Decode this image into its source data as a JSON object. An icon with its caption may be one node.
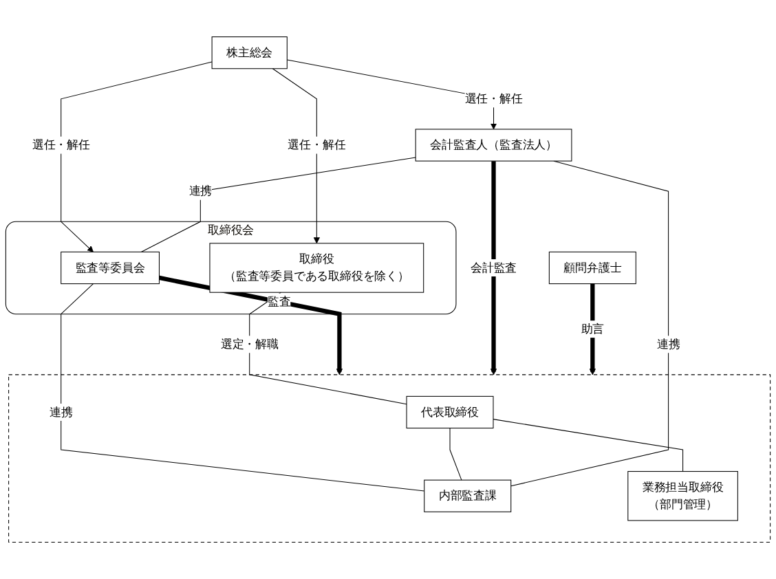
{
  "diagram": {
    "nodes": [
      {
        "text": [
          "株主総会"
        ]
      },
      {
        "text": [
          "取締役会"
        ]
      },
      {
        "text": [
          "監査等委員会"
        ],
        "in": 1
      },
      {
        "text": [
          "取締役",
          "（監査等委員である取締役を除く）"
        ],
        "in": 1
      },
      {
        "text": [],
        "shape": "box"
      },
      {
        "text": [
          "会計監査人（監査法人）"
        ]
      },
      {
        "text": [
          "代表取締役"
        ],
        "in": 4
      },
      {
        "text": [
          "内部監査課"
        ],
        "in": 4
      },
      {
        "text": [
          "業務担当取締役",
          "（部門管理）"
        ],
        "in": 4
      },
      {
        "text": [
          "顧問弁護士"
        ]
      }
    ],
    "edges": [
      {
        "from": 0,
        "to": 5,
        "arrow": "to",
        "label": "選任・解任"
      },
      {
        "from": 0,
        "to": 2,
        "arrow": "to",
        "label": "選任・解任"
      },
      {
        "from": 0,
        "to": 3,
        "arrow": "to",
        "label": "選任・解任"
      },
      {
        "from": 5,
        "to": 2,
        "arrow": "none",
        "label": "連携"
      },
      {
        "from": 2,
        "to": 7,
        "arrow": "none",
        "label": "連携"
      },
      {
        "from": 2,
        "to": 4,
        "arrow": "to",
        "label": "監査",
        "style": "thick"
      },
      {
        "from": 5,
        "to": 4,
        "arrow": "to",
        "label": "会計監査",
        "style": "thick"
      },
      {
        "from": 3,
        "to": 6,
        "arrow": "none",
        "label": "選定・解職"
      },
      {
        "from": 9,
        "to": 4,
        "arrow": "to",
        "label": "助言",
        "style": "thick"
      },
      {
        "from": 6,
        "to": 7,
        "arrow": "none"
      },
      {
        "from": 6,
        "to": 8,
        "arrow": "none"
      },
      {
        "from": 5,
        "to": 7,
        "arrow": "none",
        "label": "連携"
      }
    ]
  }
}
